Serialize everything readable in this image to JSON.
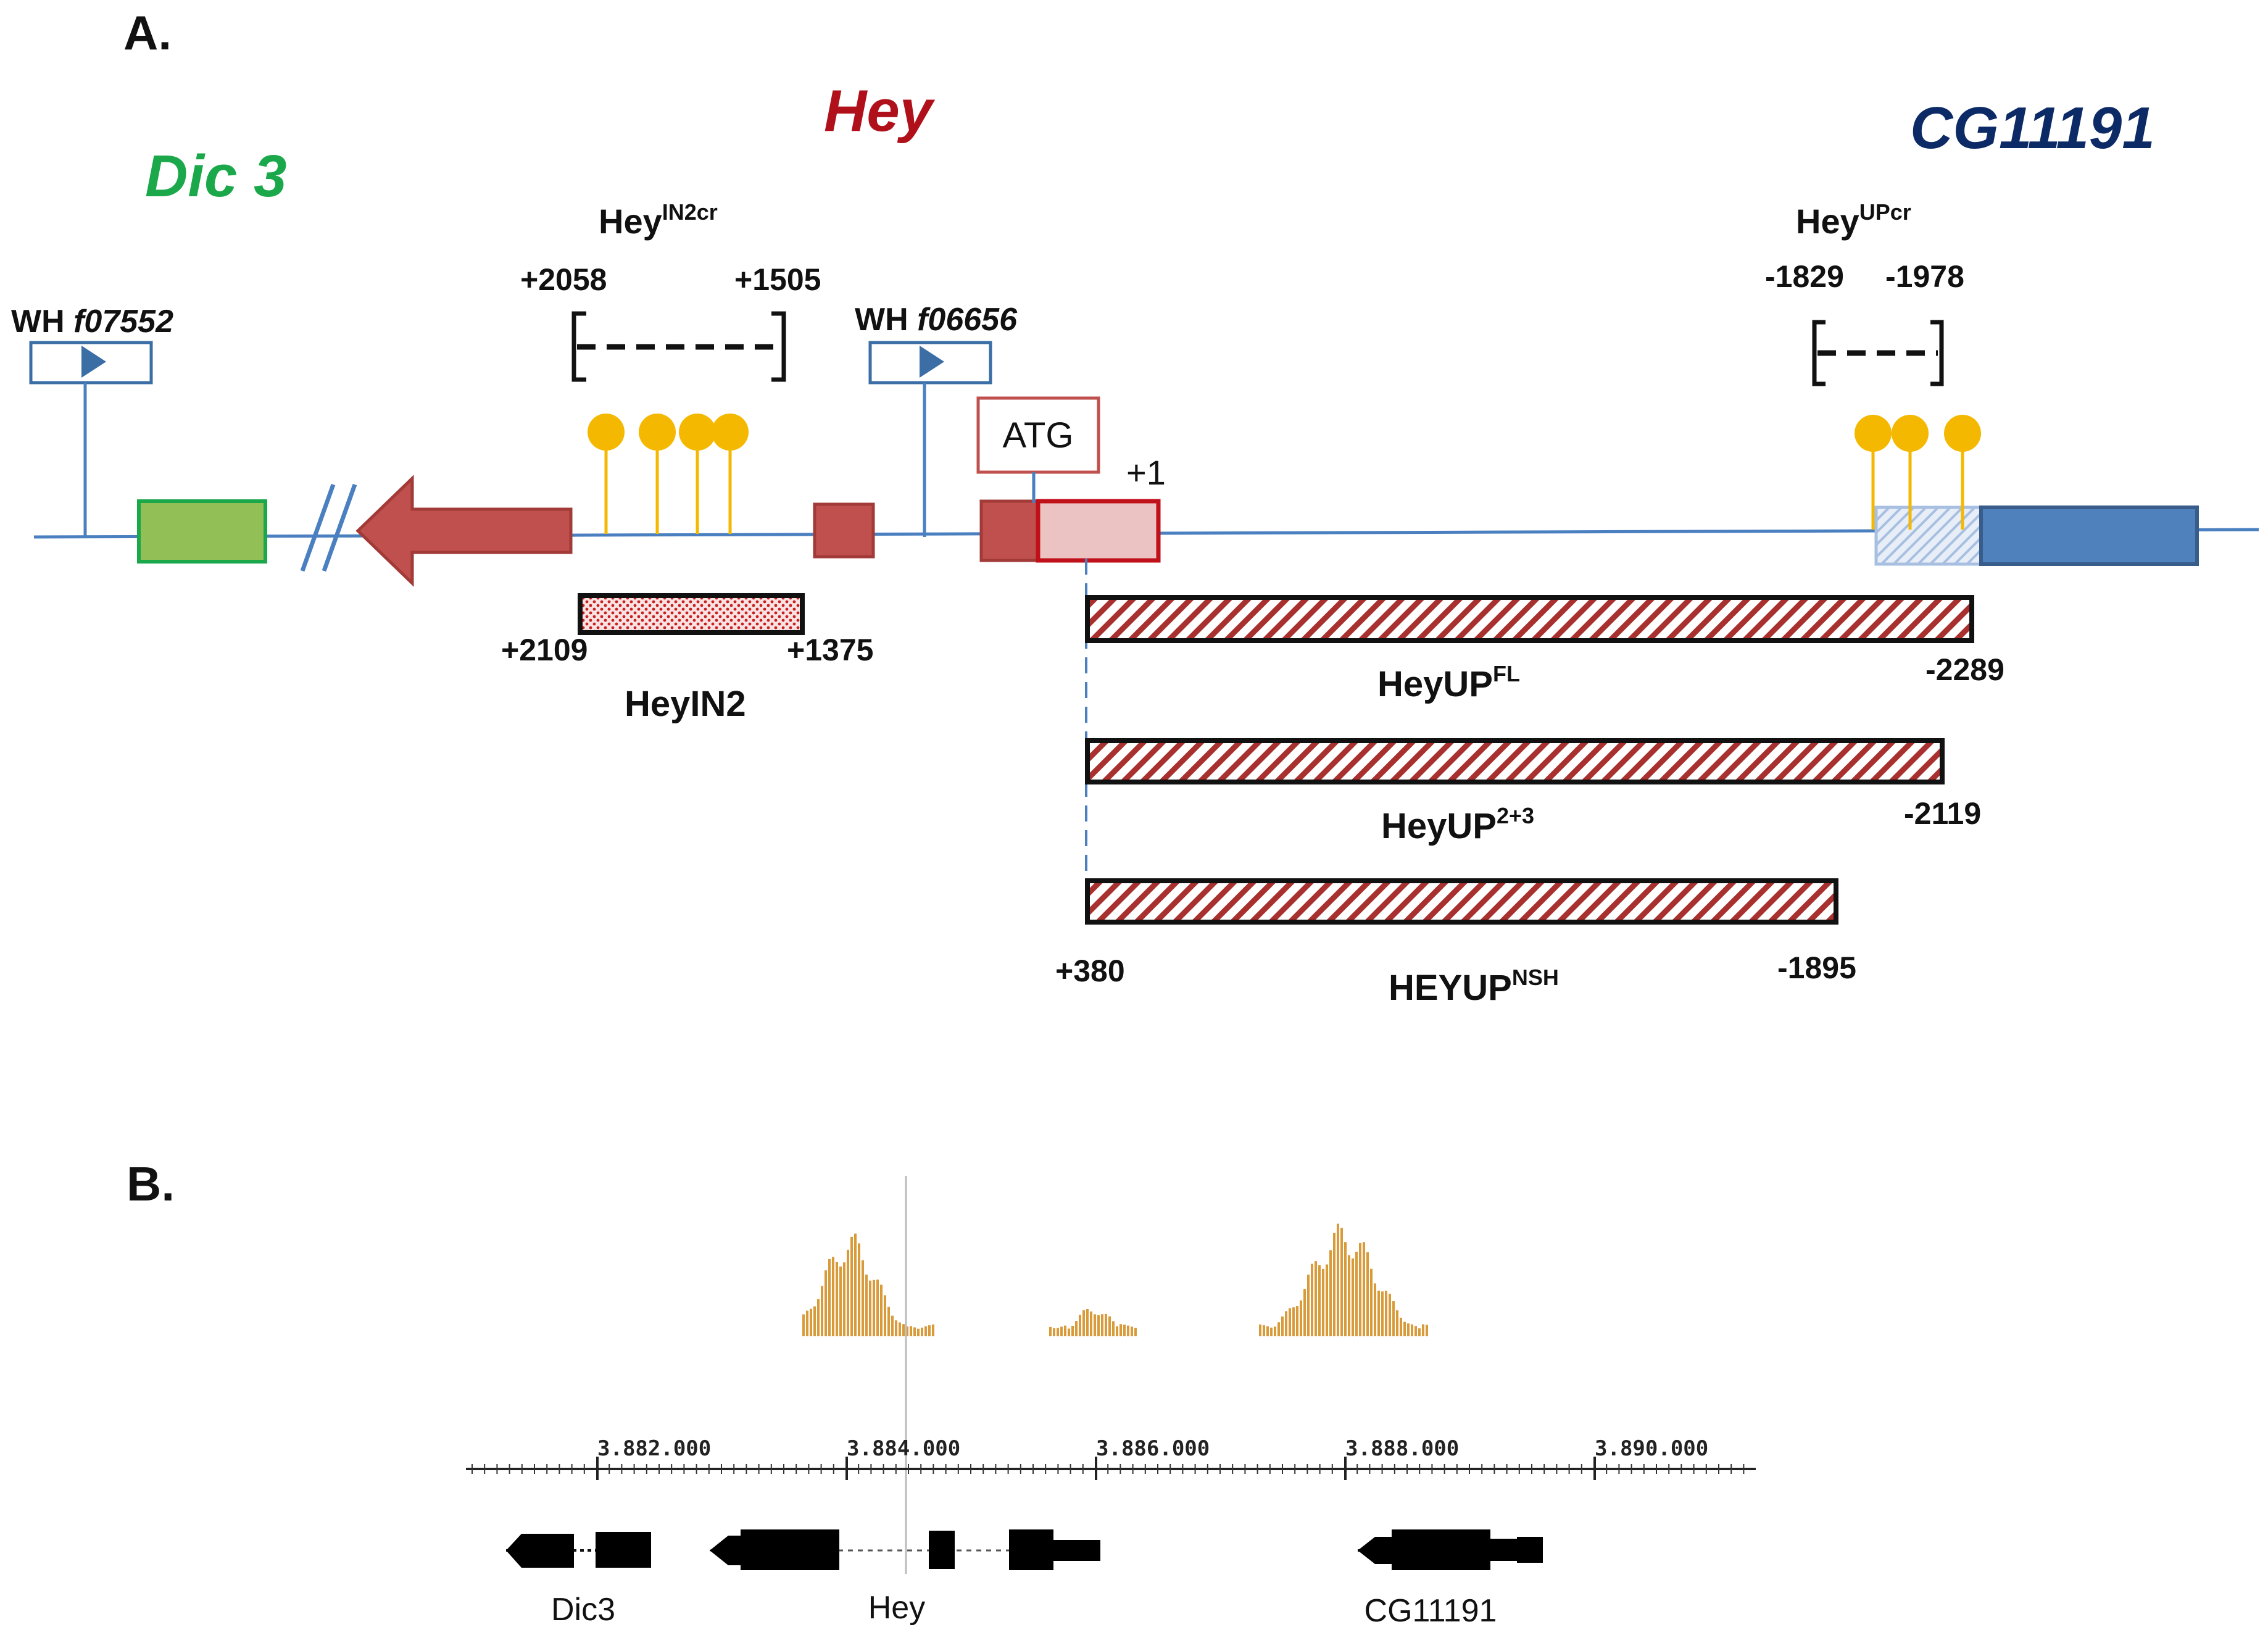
{
  "panel_a": {
    "label": "A.",
    "genes": {
      "dic3": "Dic 3",
      "hey": "Hey",
      "cg": "CG11191"
    },
    "colors": {
      "dic3": "#1aa84a",
      "hey": "#b0101a",
      "cg": "#0c2a66",
      "sense": "#f5b800",
      "track": "#4a7fc0"
    },
    "insertions": [
      {
        "prefix": "WH ",
        "name": "f07552"
      },
      {
        "prefix": "WH ",
        "name": "f06656"
      }
    ],
    "crm_in2": {
      "base": "Hey",
      "sup": "IN2cr",
      "left": "+2058",
      "right": "+1505"
    },
    "crm_up": {
      "base": "Hey",
      "sup": "UPcr",
      "left": "-1829",
      "right": "-1978"
    },
    "atg": "ATG",
    "tss": "+1",
    "heyin2": {
      "name": "HeyIN2",
      "left": "+2109",
      "right": "+1375"
    },
    "constructs": [
      {
        "base": "HeyUP",
        "sup": "FL",
        "end": "-2289"
      },
      {
        "base": "HeyUP",
        "sup": "2+3",
        "end": "-2119"
      },
      {
        "base": "HEYUP",
        "sup": "NSH",
        "end": "-1895",
        "start": "+380"
      }
    ]
  },
  "panel_b": {
    "label": "B.",
    "axis_ticks": [
      "3.882.000",
      "3.884.000",
      "3.886.000",
      "3.888.000",
      "3.890.000"
    ],
    "genes": [
      "Dic3",
      "Hey",
      "CG11191"
    ],
    "signal_color": "#d99a3a"
  }
}
